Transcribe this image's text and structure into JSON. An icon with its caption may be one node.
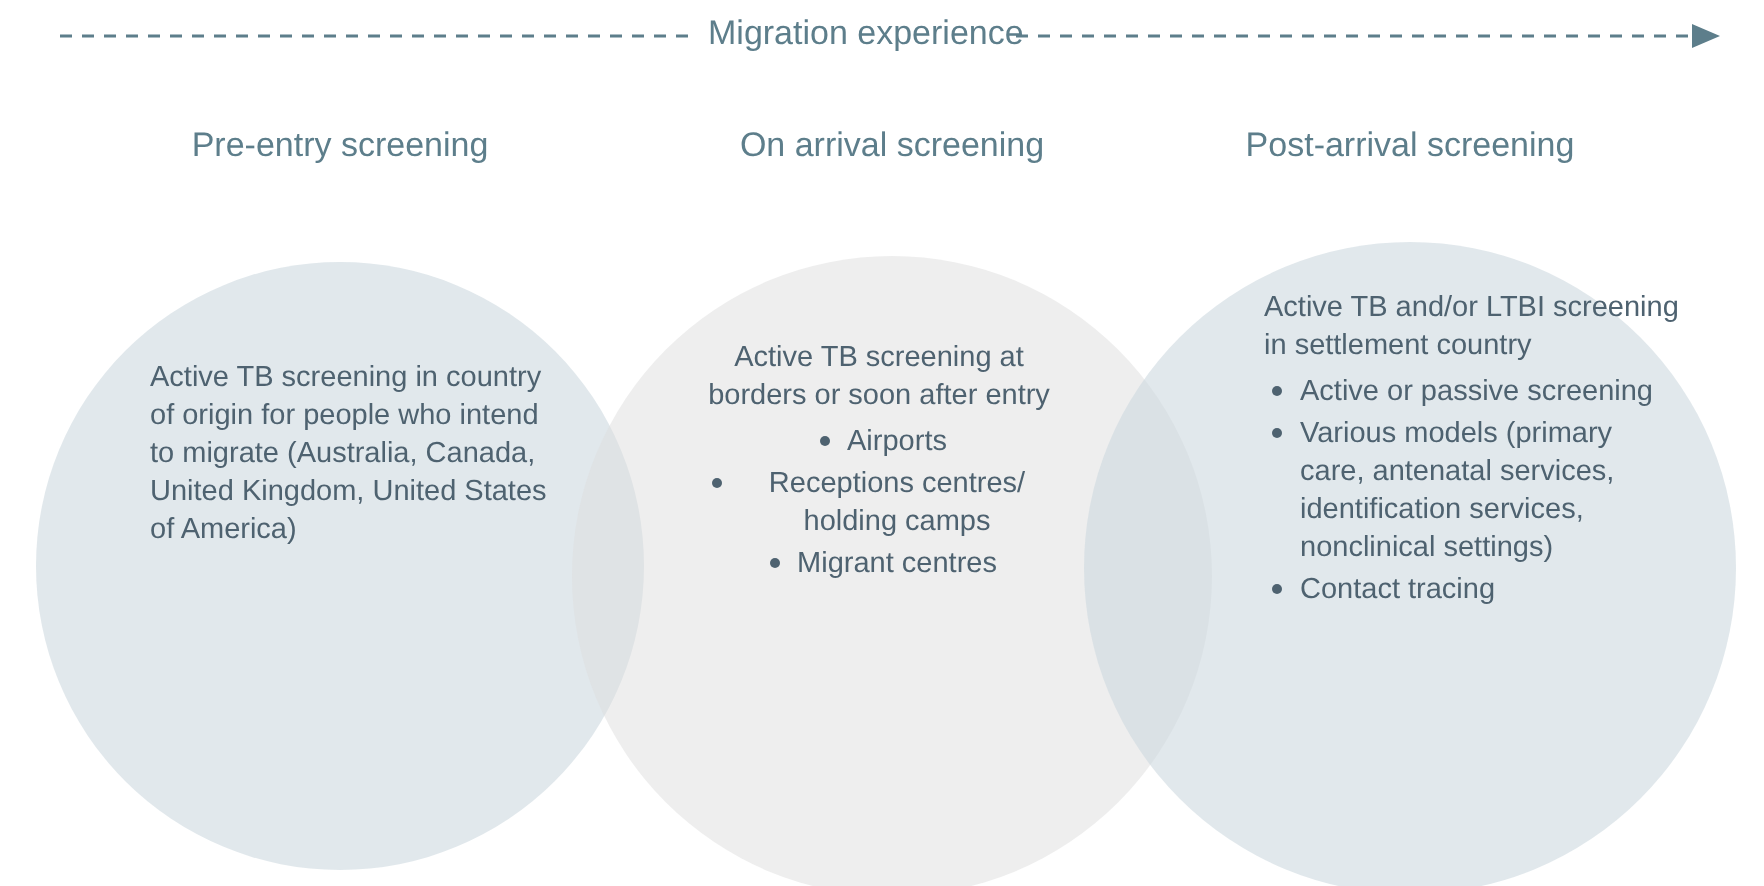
{
  "diagram": {
    "nodes": [
      {
        "text": [
          "Pre-entry screening",
          "Active TB screening in country of origin for people who intend to migrate (Australia, Canada, United Kingdom, United States of America)"
        ]
      },
      {
        "text": [
          "On arrival screening",
          "Active TB screening at borders or soon after entry",
          "Airports",
          "Receptions centres/ holding camps",
          "Migrant centres"
        ]
      },
      {
        "text": [
          "Post-arrival screening",
          "Active TB and/or LTBI screening in settlement country",
          "Active or passive screening",
          "Various models (primary care, antenatal services, identification services, nonclinical settings)",
          "Contact tracing"
        ]
      }
    ],
    "labels": [
      "Migration experience"
    ]
  }
}
